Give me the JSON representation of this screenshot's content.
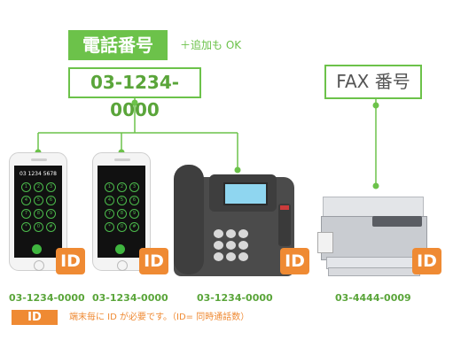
{
  "header": {
    "telephone_label": "電話番号",
    "add_note": "＋追加も OK",
    "telephone_number": "03-1234-0000",
    "fax_label": "FAX 番号"
  },
  "phones": [
    {
      "screen_number": "03 1234 5678",
      "keys": [
        "1",
        "2",
        "3",
        "4",
        "5",
        "6",
        "7",
        "8",
        "9",
        "*",
        "0",
        "#"
      ],
      "id_badge": "ID",
      "caption": "03-1234-0000"
    },
    {
      "keys": [
        "1",
        "2",
        "3",
        "4",
        "5",
        "6",
        "7",
        "8",
        "9",
        "*",
        "0",
        "#"
      ],
      "id_badge": "ID",
      "caption": "03-1234-0000"
    }
  ],
  "desk_phone": {
    "id_badge": "ID",
    "caption": "03-1234-0000"
  },
  "fax_machine": {
    "id_badge": "ID",
    "caption": "03-4444-0009"
  },
  "legend": {
    "badge": "ID",
    "text": "端末毎に ID が必要です。（ID= 同時通話数）"
  },
  "colors": {
    "accent_green": "#6cc24a",
    "id_orange": "#ef8a33"
  }
}
